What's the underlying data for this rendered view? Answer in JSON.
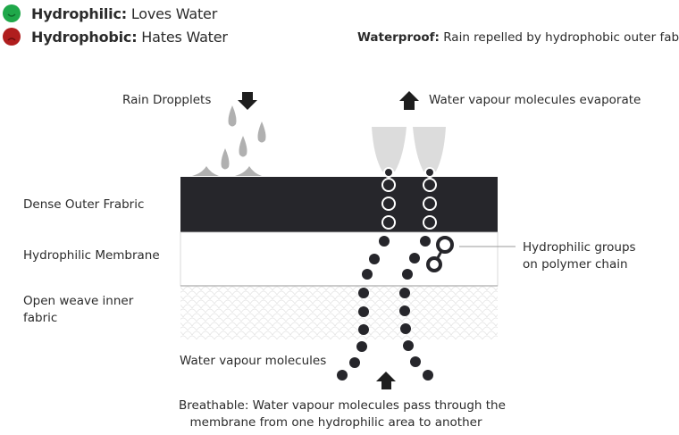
{
  "legend": {
    "hydrophilic": {
      "term": "Hydrophilic:",
      "desc": " Loves Water",
      "color": "#1fa84a"
    },
    "hydrophobic": {
      "term": "Hydrophobic:",
      "desc": " Hates Water",
      "color": "#b01e1e"
    }
  },
  "waterproof": {
    "term": "Waterproof:",
    "desc": " Rain repelled by hydrophobic outer fabric"
  },
  "labels": {
    "rain": "Rain Dropplets",
    "evaporate": "Water vapour molecules evaporate",
    "outer": "Dense Outer Frabric",
    "membrane": "Hydrophilic Membrane",
    "inner_line1": "Open weave inner",
    "inner_line2": "fabric",
    "groups_line1": "Hydrophilic groups",
    "groups_line2": "on polymer chain",
    "vapour": "Water vapour molecules",
    "breathable_line1": "Breathable: Water vapour molecules pass through the",
    "breathable_line2": "membrane from one hydrophilic area to another"
  },
  "colors": {
    "outer_fabric": "#26262b",
    "molecule": "#26262b",
    "rain": "#b0b0b0",
    "vapour_plume": "#d9d9d9"
  }
}
